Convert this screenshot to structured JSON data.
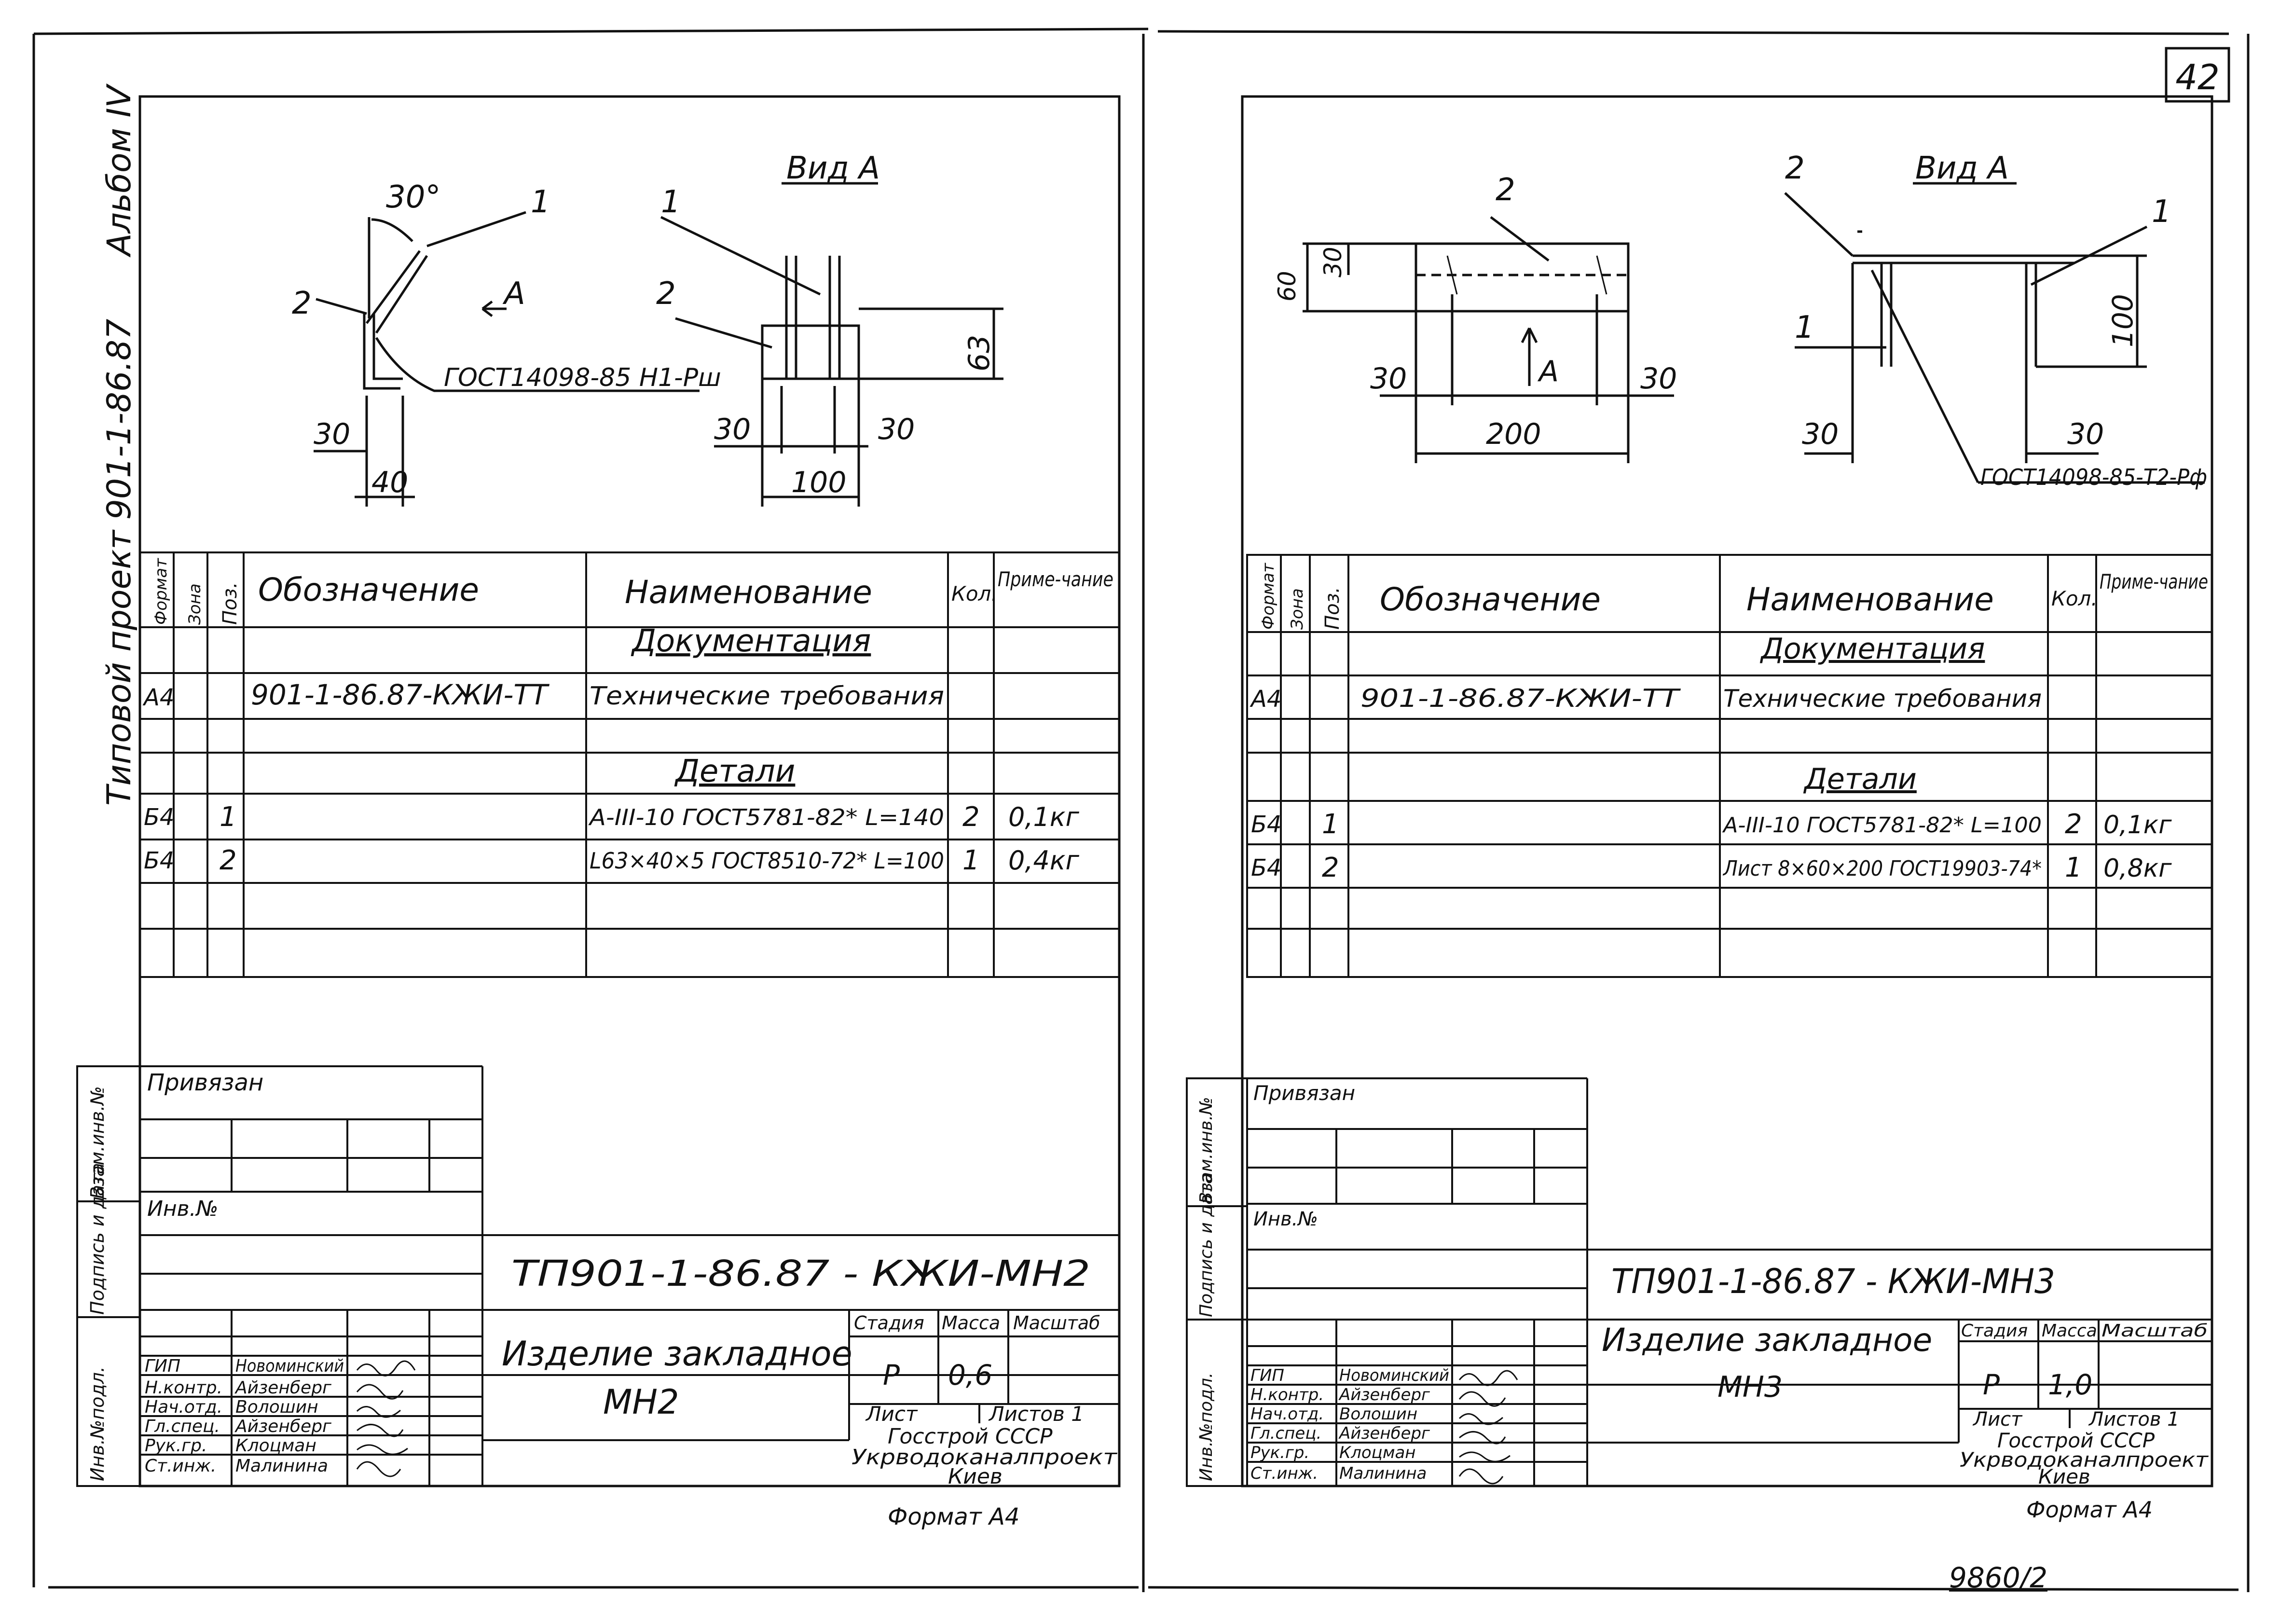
{
  "page": {
    "number": "42",
    "archive": "9860/2"
  },
  "side": {
    "album": "Альбом IV",
    "project": "Типовой проект 901-1-86.87"
  },
  "sheets": [
    {
      "id": "mn2",
      "drawing": {
        "view_title": "Вид А",
        "arrow_label": "А",
        "angle": "30°",
        "weld_note": "ГОСТ14098-85 Н1-Рш",
        "dims": {
          "d30a": "30",
          "d40": "40",
          "d63": "63",
          "d30b": "30",
          "d30c": "30",
          "d100": "100"
        },
        "callouts": [
          "1",
          "2",
          "1",
          "2"
        ]
      },
      "spec": {
        "headers": {
          "format": "Формат",
          "zone": "Зона",
          "pos": "Поз.",
          "designation": "Обозначение",
          "name": "Наименование",
          "qty": "Кол.",
          "note": "Приме-чание"
        },
        "section_docs": "Документация",
        "section_parts": "Детали",
        "rows": [
          {
            "format": "А4",
            "zone": "",
            "pos": "",
            "designation": "901-1-86.87-КЖИ-ТТ",
            "name": "Технические требования",
            "qty": "",
            "note": ""
          },
          {
            "format": "Б4",
            "zone": "",
            "pos": "1",
            "designation": "",
            "name": "А-III-10 ГОСТ5781-82* L=140",
            "qty": "2",
            "note": "0,1кг"
          },
          {
            "format": "Б4",
            "zone": "",
            "pos": "2",
            "designation": "",
            "name": "L63×40×5 ГОСТ8510-72* L=100",
            "qty": "1",
            "note": "0,4кг"
          }
        ]
      },
      "title_block": {
        "side_labels": [
          "Взам.инв.№",
          "Подпись и дата",
          "Инв.№подл."
        ],
        "attached": "Привязан",
        "inv": "Инв.№",
        "code": "ТП901-1-86.87 - КЖИ-МН2",
        "item_name": "Изделие закладное",
        "item_code": "МН2",
        "stage_label": "Стадия",
        "mass_label": "Масса",
        "scale_label": "Масштаб",
        "stage": "Р",
        "mass": "0,6",
        "scale": "",
        "sheet_label": "Лист",
        "sheets_label": "Листов 1",
        "org1": "Госстрой СССР",
        "org2": "Укрводоканалпроект",
        "org3": "Киев",
        "format": "Формат А4",
        "staff": [
          {
            "role": "ГИП",
            "name": "Новоминский"
          },
          {
            "role": "Н.контр.",
            "name": "Айзенберг"
          },
          {
            "role": "Нач.отд.",
            "name": "Волошин"
          },
          {
            "role": "Гл.спец.",
            "name": "Айзенберг"
          },
          {
            "role": "Рук.гр.",
            "name": "Клоцман"
          },
          {
            "role": "Ст.инж.",
            "name": "Малинина"
          }
        ]
      }
    },
    {
      "id": "mn3",
      "drawing": {
        "view_title": "Вид А",
        "arrow_label": "А",
        "weld_note": "ГОСТ14098-85-Т2-Рф",
        "dims": {
          "d60": "60",
          "d30": "30",
          "d30l": "30",
          "d30r": "30",
          "d200": "200",
          "d100": "100",
          "d30b": "30",
          "d30c": "30"
        },
        "callouts": [
          "2",
          "2",
          "1",
          "1"
        ]
      },
      "spec": {
        "headers": {
          "format": "Формат",
          "zone": "Зона",
          "pos": "Поз.",
          "designation": "Обозначение",
          "name": "Наименование",
          "qty": "Кол.",
          "note": "Приме-чание"
        },
        "section_docs": "Документация",
        "section_parts": "Детали",
        "rows": [
          {
            "format": "А4",
            "zone": "",
            "pos": "",
            "designation": "901-1-86.87-КЖИ-ТТ",
            "name": "Технические требования",
            "qty": "",
            "note": ""
          },
          {
            "format": "Б4",
            "zone": "",
            "pos": "1",
            "designation": "",
            "name": "А-III-10 ГОСТ5781-82* L=100",
            "qty": "2",
            "note": "0,1кг"
          },
          {
            "format": "Б4",
            "zone": "",
            "pos": "2",
            "designation": "",
            "name": "Лист 8×60×200 ГОСТ19903-74*",
            "qty": "1",
            "note": "0,8кг"
          }
        ]
      },
      "title_block": {
        "side_labels": [
          "Взам.инв.№",
          "Подпись и дата",
          "Инв.№подл."
        ],
        "attached": "Привязан",
        "inv": "Инв.№",
        "code": "ТП901-1-86.87 - КЖИ-МН3",
        "item_name": "Изделие закладное",
        "item_code": "МН3",
        "stage_label": "Стадия",
        "mass_label": "Масса",
        "scale_label": "Масштаб",
        "stage": "Р",
        "mass": "1,0",
        "scale": "",
        "sheet_label": "Лист",
        "sheets_label": "Листов 1",
        "org1": "Госстрой СССР",
        "org2": "Укрводоканалпроект",
        "org3": "Киев",
        "format": "Формат А4",
        "staff": [
          {
            "role": "ГИП",
            "name": "Новоминский"
          },
          {
            "role": "Н.контр.",
            "name": "Айзенберг"
          },
          {
            "role": "Нач.отд.",
            "name": "Волошин"
          },
          {
            "role": "Гл.спец.",
            "name": "Айзенберг"
          },
          {
            "role": "Рук.гр.",
            "name": "Клоцман"
          },
          {
            "role": "Ст.инж.",
            "name": "Малинина"
          }
        ]
      }
    }
  ]
}
